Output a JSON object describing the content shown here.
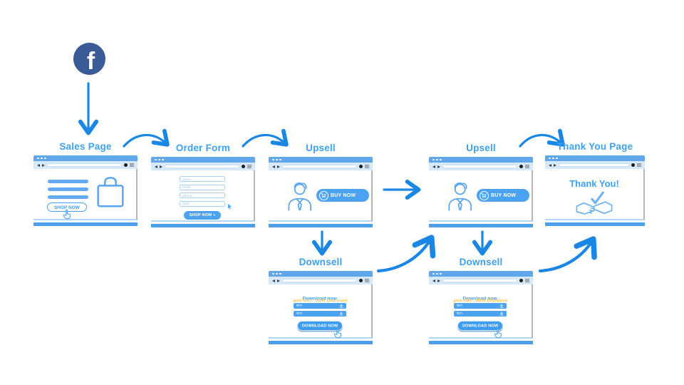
{
  "source": {
    "glyph": "f"
  },
  "icons": {
    "facebook-icon": "f",
    "window-dots-icon": "three white dots",
    "back-icon": "left triangle",
    "forward-icon": "right triangle",
    "profile-dot-icon": "black dot",
    "menu-icon": "gray lined square",
    "shopping-bag-icon": "outlined bag",
    "hand-cursor-icon": "pointing hand",
    "arrow-pointer-icon": "mouse pointer",
    "customer-icon": "man with tie",
    "cart-icon": "shopping cart",
    "check-icon": "check mark",
    "handshake-icon": "shaking hands",
    "download-icon": "down arrow into tray"
  },
  "colors": {
    "accent_blue": "#3FA0F0",
    "arrow_blue": "#1B87E5",
    "facebook_blue": "#3A5A98",
    "window_bar_blue": "#5FA6EA",
    "toolbar_blue": "#D6E9FB",
    "button_blue": "#4AA2F0",
    "footer_blue": "#4E9FE9",
    "line_blue": "#63AAF2",
    "discount_yellow": "#FFC553"
  },
  "windows": {
    "sales": {
      "title": "Sales Page",
      "button": "SHOP NOW"
    },
    "order": {
      "title": "Order Form",
      "fields": [
        "name",
        "email",
        "phone",
        "card"
      ],
      "button": "SHOP NOW »"
    },
    "upsell1": {
      "title": "Upsell",
      "button": "BUY NOW"
    },
    "upsell2": {
      "title": "Upsell",
      "button": "BUY NOW"
    },
    "thankyou": {
      "title": "Thank You Page",
      "message": "Thank You!"
    },
    "downsell1": {
      "title": "Downsell",
      "line1": "Download now",
      "line2": "and Get - 30% Discount",
      "items": [
        "item",
        "item"
      ],
      "button": "DOWNLOAD NOW"
    },
    "downsell2": {
      "title": "Downsell",
      "line1": "Download now",
      "line2": "and Get - 30% Discount",
      "items": [
        "item",
        "item"
      ],
      "button": "DOWNLOAD NOW"
    }
  }
}
